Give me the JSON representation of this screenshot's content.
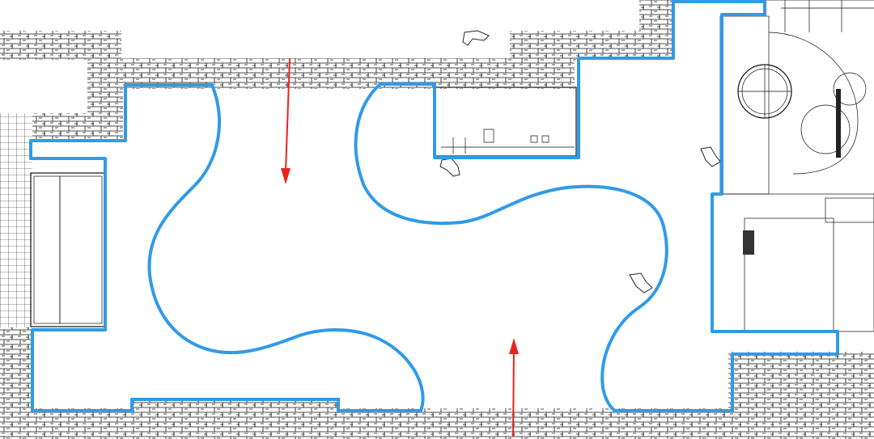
{
  "plan": {
    "colors": {
      "outline": "#2f9be8",
      "arrow": "#e8241c",
      "linework": "#111111",
      "background": "#ffffff"
    },
    "arrows": [
      {
        "direction": "down"
      },
      {
        "direction": "up"
      }
    ],
    "icons": [
      "pavement-brick-pattern",
      "raised-planter",
      "decking-stripes",
      "round-tree-grate",
      "boot-symbol"
    ]
  }
}
